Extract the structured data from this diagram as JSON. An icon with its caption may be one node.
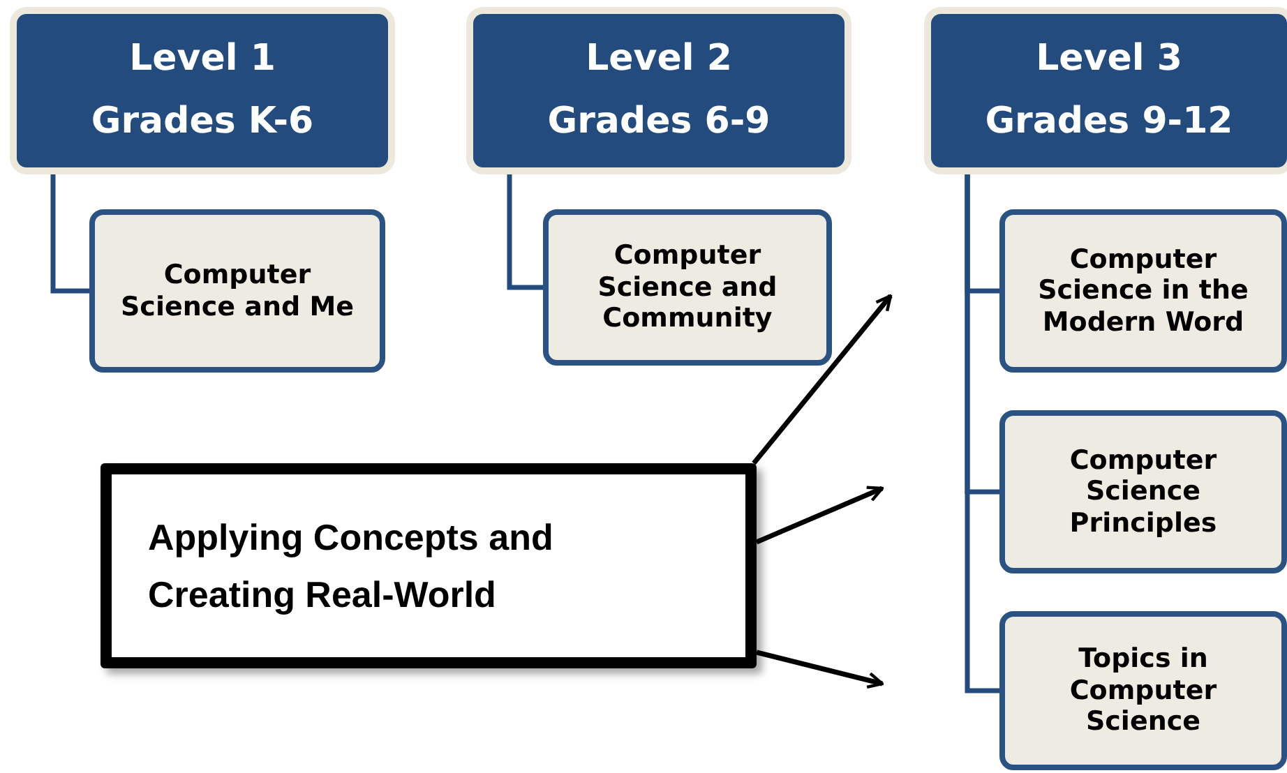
{
  "diagram": {
    "nodes": [
      {
        "text": [
          "Level 1",
          "Grades K-6"
        ]
      },
      {
        "text": [
          "Computer Science and Me"
        ]
      },
      {
        "text": [
          "Level 2",
          "Grades 6-9"
        ]
      },
      {
        "text": [
          "Computer Science and Community"
        ]
      },
      {
        "text": [
          "Level 3",
          "Grades 9-12"
        ]
      },
      {
        "text": [
          "Computer Science in the Modern Word"
        ]
      },
      {
        "text": [
          "Computer Science Principles"
        ]
      },
      {
        "text": [
          "Topics in Computer Science"
        ]
      },
      {
        "text": [
          "Applying Concepts and Creating Real-World"
        ]
      }
    ],
    "edges": [
      {
        "from": 0,
        "to": 1,
        "arrow": "none"
      },
      {
        "from": 2,
        "to": 3,
        "arrow": "none"
      },
      {
        "from": 4,
        "to": 5,
        "arrow": "none"
      },
      {
        "from": 4,
        "to": 6,
        "arrow": "none"
      },
      {
        "from": 4,
        "to": 7,
        "arrow": "none"
      },
      {
        "from": 8,
        "to": null,
        "arrow": "to",
        "color": "#000000"
      },
      {
        "from": 8,
        "to": null,
        "arrow": "to",
        "color": "#000000"
      },
      {
        "from": 8,
        "to": null,
        "arrow": "to",
        "color": "#000000"
      }
    ]
  }
}
